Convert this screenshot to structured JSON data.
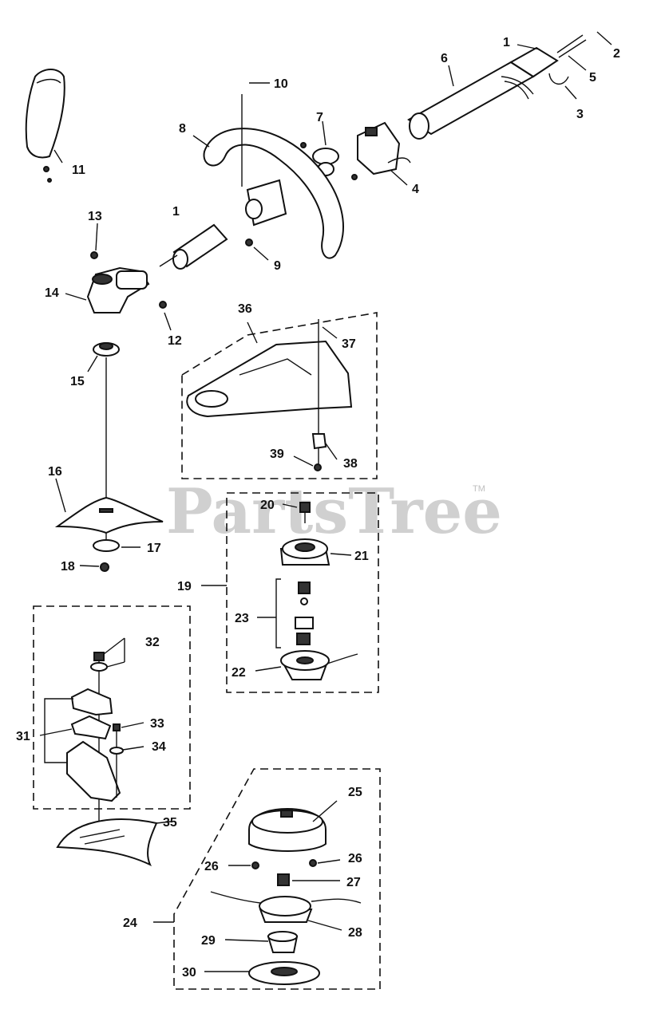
{
  "watermark": {
    "text": "PartsTree",
    "trademark": "TM"
  },
  "labels": {
    "p1": "1",
    "p2": "2",
    "p3": "3",
    "p4": "4",
    "p5": "5",
    "p6": "6",
    "p7": "7",
    "p8": "8",
    "p9": "9",
    "p10": "10",
    "p11": "11",
    "p12": "12",
    "p13": "13",
    "p14": "14",
    "p15": "15",
    "p16": "16",
    "p17": "17",
    "p18": "18",
    "p19": "19",
    "p20": "20",
    "p21": "21",
    "p22": "22",
    "p23": "23",
    "p24": "24",
    "p25": "25",
    "p26": "26",
    "p27": "27",
    "p28": "28",
    "p29": "29",
    "p30": "30",
    "p31": "31",
    "p32": "32",
    "p33": "33",
    "p34": "34",
    "p35": "35",
    "p36": "36",
    "p37": "37",
    "p38": "38",
    "p39": "39"
  }
}
